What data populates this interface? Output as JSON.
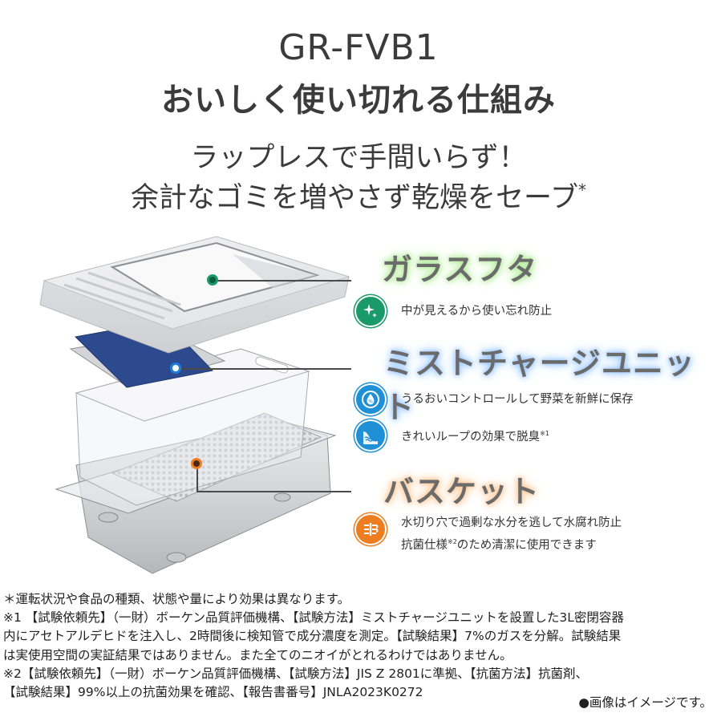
{
  "header": {
    "model": "GR-FVB1",
    "title": "おいしく使い切れる仕組み",
    "subtitle_line1": "ラップレスで手間いらず！",
    "subtitle_line2": "余計なゴミを増やさず乾燥をセーブ",
    "subtitle_mark": "*"
  },
  "illustration": {
    "alt": "product-exploded-view",
    "dot_colors": {
      "glass_lid": "#1a9a6a",
      "mist_unit": "#1f7fd8",
      "basket": "#ee7d22"
    }
  },
  "features": [
    {
      "heading": "ガラスフタ",
      "glow": "#b8ee9f",
      "items": [
        {
          "icon": "sparkle-icon",
          "color": "#1a9a6a",
          "text": "中が見えるから使い忘れ防止",
          "note": ""
        }
      ]
    },
    {
      "heading": "ミストチャージユニット",
      "glow": "#9ecbff",
      "items": [
        {
          "icon": "humidity-control-icon",
          "color": "#1f8fd6",
          "text": "うるおいコントロールして野菜を新鮮に保存",
          "note": ""
        },
        {
          "icon": "deodorize-icon",
          "color": "#1f8fd6",
          "text": "きれいループの効果で脱臭",
          "note": "※1"
        }
      ]
    },
    {
      "heading": "バスケット",
      "glow": "#ffcb9e",
      "items": [
        {
          "icon": "drain-icon",
          "color": "#ee7d22",
          "text": "水切り穴で過剰な水分を逃して水腐れ防止",
          "text2_pre": "抗菌仕様",
          "note": "※2",
          "text2_post": "のため清潔に使用できます"
        }
      ]
    }
  ],
  "footnotes": {
    "line1": "＊運転状況や食品の種類、状態や量により効果は異なります。",
    "line2": "※1 【試験依頼先】（一財）ボーケン品質評価機構、【試験方法】ミストチャージユニットを設置した3L密閉容器",
    "line3": "内にアセトアルデヒドを注入し、2時間後に検知管で成分濃度を測定。【試験結果】7%のガスを分解。試験結果",
    "line4": "は実使用空間の実証結果ではありません。また全てのニオイがとれるわけではありません。",
    "line5": "※2【試験依頼先】（一財）ボーケン品質評価機構、【試験方法】JIS Z 2801に準拠、【抗菌方法】抗菌剤、",
    "line6": "【試験結果】99%以上の抗菌効果を確認、【報告書番号】JNLA2023K0272",
    "image_note": "●画像はイメージです。"
  }
}
